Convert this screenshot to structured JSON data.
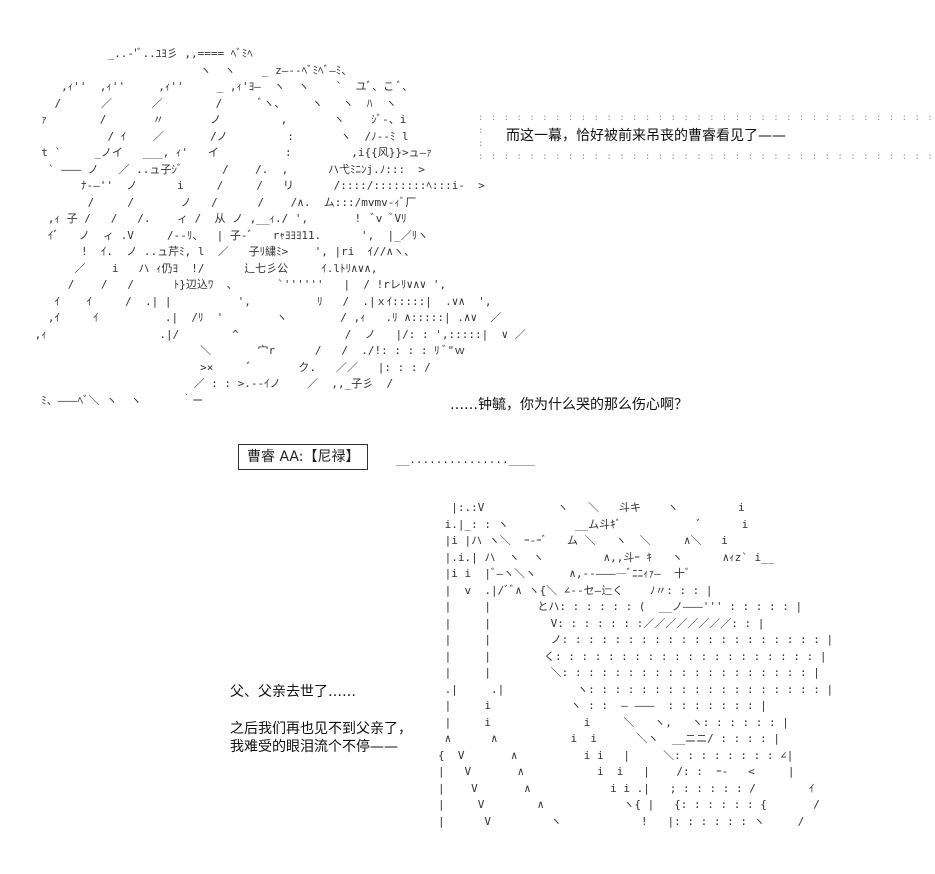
{
  "narration": {
    "line1": "而这一幕，恰好被前来吊丧的曹睿看见了——"
  },
  "speech": {
    "question": "……钟毓，你为什么哭的那么伤心啊？"
  },
  "label": {
    "text": "曹睿 AA:【尼禄】"
  },
  "monologue": {
    "line1": "父、父亲去世了……",
    "line2": "之后我们再也见不到父亲了，",
    "line3": "我难受的眼泪流个不停——"
  },
  "art": {
    "top_figure": "            _..-'ﾞ..ﾕﾖ彡 ,,==== ﾍﾞﾐﾍ\n                          ヽ  ヽ    _ z―--ﾍﾞﾐﾍﾞ―ﾐ、\n     ,ｨ''  ,ｨ''     ,ｨ''     _ ,ｨ'ﾖ―  ヽ  ヽ    `  ユﾞ、こ ﾞ、\n    /      ／      ／        /      ﾞヽ、    ヽ   ヽ  ﾊ  ヽ\n  ｧ        /       〃       ノ         ,       ヽ    ｼﾞ-、i\n            / ｲ    ／       /ノ         :       ヽ  /ﾉ--ﾐ l\n  t `     _ノイ   ___, ｨ'   イ          :         ,i{{风}}>ュ―ｧ\n   ` ――― ノ   ／ ..ュ子ｼﾞ      /    /.  ,      ハ弋ﾐﾆﾝj.ﾉ:::  >\n        ﾅ-―''  ノ      i     /     /   リ      /::::/::::::::ﾍ:::i-  >\n         /     /       ノ   /      /    /∧.  ム:::/mvmv-ｨﾞ厂\n   ,ｨ 子 /   /   /.    ィ /  从 ノ ,__ｨ./ ',       !  ﾞv ﾞVﾘ\n   ｲﾞ   ノ  ィ .V     /--ﾘ、  | 子-ﾞ   rｬﾖﾖﾖ11.      ',  |_／ﾘヽ\n        !  ｲ.  ノ ..ュ芹ﾐ, l  ／   子ﾘ繍ﾐ>    ', |ri  ｲ//∧ヽ、\n       ／    i   ハ ｨ仍ﾖ  !/      辶七彡公     ｲ.lﾄﾘ∧∨∧,\n      /    /   /      ﾄ}辺込ﾜ  、      `''''''   |  / !rレﾘ∨∧∨ ',\n    ｲ    ｲ     /  .| |          ',          ﾘ   /  .|ｘｲ:::::|  .∨∧  ',\n   ,ｲ     ｲ          .|  /ﾘ  '        ヽ        / ,ｨ   .ﾘ ∧:::::| .∧∨  ／\n ,ｨ                 .|/        ^                /  ノ   |/: : ',:::::|  ∨ ／\n                          ＼       宀r      /   /  ./!: : : : ﾘ ﾞ\"ｗ\n                          >×     ﾞ       ク.   ／／   |: : : /\n                         ／ : : >.--ｲノ    ／  ,,_子彡  /\n  ﾐ、―――ﾍﾞ＼ ヽ  ヽ      ｀ー",
    "bottom_figure": "  |:.:V           ヽ   ＼   斗キ    ヽ         i\n i.|_: : ヽ          __ム斗ｷﾞ            ﾞ      i\n |i |ハ ヽ＼  ｰ-ｰﾞ   ム ＼   ヽ  ＼     ∧＼   i\n |.i.| ハ  ヽ  ヽ         ∧,,斗ｰ ｷ   ヽ      ∧ｨz` i__\n |i i  |ﾞ―ヽ＼ヽ     ∧,--――――ﾞﾆﾆｨｧ―  十ﾞ\n |  v  .|/ﾞﾞ∧ ヽ{＼ ∠--セ―辷く    ﾉ〃: : : |\n |     |       とハ: : : : : : (  __ノ―――''' : : : : : |\n |     |         V: : : : : : :／／／／／／／／: : |\n |     |         ノ: : : : : : : : : : : : : : : : : : : : |\n |     |        く: : : : : : : : : : : : : : : : : : : : |\n |     |         ＼: : : : : : : : : : : : : : : : : : : |\n .|     .|           ヽ: : : : : : : : : : : : : : : : : : |\n |     i            ヽ : :  ― ―――  : : : : : : : |\n |     i              i     ＼   ヽ,   ヽ: : : : : : |\n ∧      ∧           i  i      ＼ヽ  __ニニ/ : : : : |\n{  V       ∧          i i   |     ＼: : : : : : : : ∠|\n|   V       ∧           i  i   |    /: :  ｰ-   <     |\n|    V       ∧            i i .|   ; : : : : : /        ｲ\n|     V        ∧            ヽ{ |   {: : : : : : {       /\n|      V         ヽ            !   |: : : : : : ヽ     /"
  }
}
